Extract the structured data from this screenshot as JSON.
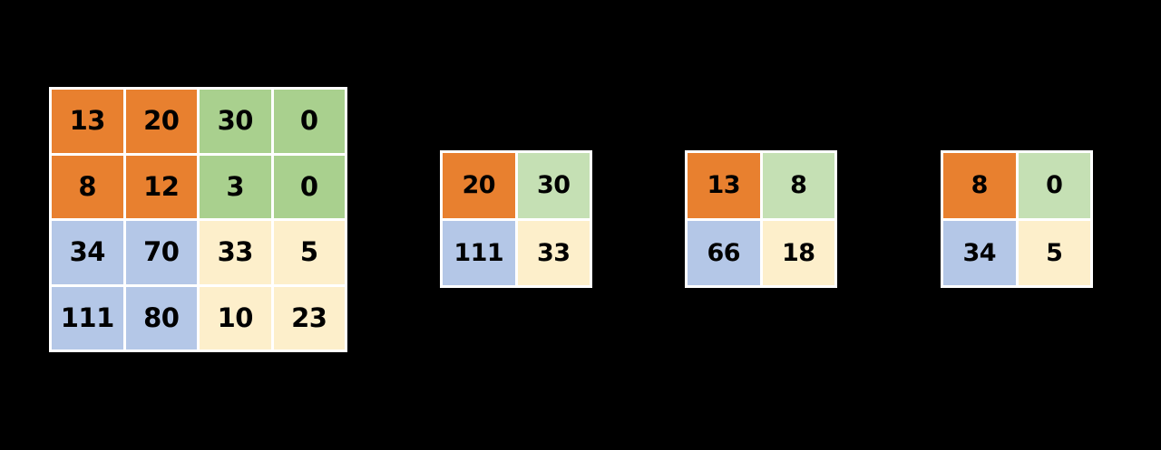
{
  "background_color": "#000000",
  "gridline_color": "#ffffff",
  "text_color": "#000000",
  "palette": {
    "orange": "#E8802F",
    "green_dark": "#A9D08E",
    "green_light": "#C5E0B4",
    "blue": "#B4C7E7",
    "cream": "#FDEFCB"
  },
  "matrices": [
    {
      "name": "main-matrix",
      "rows": 4,
      "cols": 4,
      "cells": [
        {
          "value": "13",
          "color": "#E8802F"
        },
        {
          "value": "20",
          "color": "#E8802F"
        },
        {
          "value": "30",
          "color": "#A9D08E"
        },
        {
          "value": "0",
          "color": "#A9D08E"
        },
        {
          "value": "8",
          "color": "#E8802F"
        },
        {
          "value": "12",
          "color": "#E8802F"
        },
        {
          "value": "3",
          "color": "#A9D08E"
        },
        {
          "value": "0",
          "color": "#A9D08E"
        },
        {
          "value": "34",
          "color": "#B4C7E7"
        },
        {
          "value": "70",
          "color": "#B4C7E7"
        },
        {
          "value": "33",
          "color": "#FDEFCB"
        },
        {
          "value": "5",
          "color": "#FDEFCB"
        },
        {
          "value": "111",
          "color": "#B4C7E7"
        },
        {
          "value": "80",
          "color": "#B4C7E7"
        },
        {
          "value": "10",
          "color": "#FDEFCB"
        },
        {
          "value": "23",
          "color": "#FDEFCB"
        }
      ]
    },
    {
      "name": "pool-matrix-1",
      "rows": 2,
      "cols": 2,
      "cells": [
        {
          "value": "20",
          "color": "#E8802F"
        },
        {
          "value": "30",
          "color": "#C5E0B4"
        },
        {
          "value": "111",
          "color": "#B4C7E7"
        },
        {
          "value": "33",
          "color": "#FDEFCB"
        }
      ]
    },
    {
      "name": "pool-matrix-2",
      "rows": 2,
      "cols": 2,
      "cells": [
        {
          "value": "13",
          "color": "#E8802F"
        },
        {
          "value": "8",
          "color": "#C5E0B4"
        },
        {
          "value": "66",
          "color": "#B4C7E7"
        },
        {
          "value": "18",
          "color": "#FDEFCB"
        }
      ]
    },
    {
      "name": "pool-matrix-3",
      "rows": 2,
      "cols": 2,
      "cells": [
        {
          "value": "8",
          "color": "#E8802F"
        },
        {
          "value": "0",
          "color": "#C5E0B4"
        },
        {
          "value": "34",
          "color": "#B4C7E7"
        },
        {
          "value": "5",
          "color": "#FDEFCB"
        }
      ]
    }
  ]
}
